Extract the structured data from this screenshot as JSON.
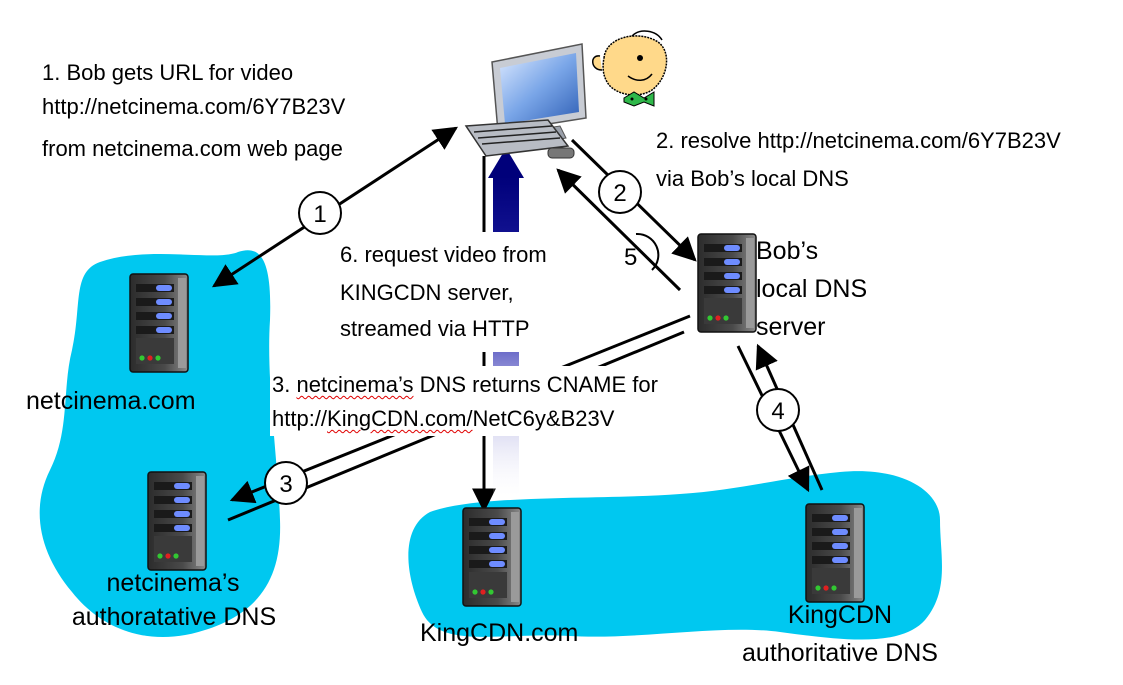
{
  "labels": {
    "step1_line1": "1. Bob gets URL for video",
    "step1_line2": "http://netcinema.com/6Y7B23V",
    "step1_line3": "from netcinema.com web page",
    "step2_line1": "2. resolve http://netcinema.com/6Y7B23V",
    "step2_line2": "via Bob’s local DNS",
    "step3_line1_a": "3. ",
    "step3_line1_b": "netcinema’s",
    "step3_line1_c": " DNS returns CNAME for",
    "step3_line2_a": "http://",
    "step3_line2_b": "KingCDN.com/",
    "step3_line2_c": "NetC6y&B23V",
    "step6_line1": "6. request video from",
    "step6_line2": "KINGCDN server,",
    "step6_line3": "streamed via HTTP"
  },
  "nodes": {
    "local_dns_line1": "Bob’s",
    "local_dns_line2": "local DNS",
    "local_dns_line3": "server",
    "netcinema": "netcinema.com",
    "netcinema_dns_line1": "netcinema’s",
    "netcinema_dns_line2": "authoratative DNS",
    "kingcdn": "KingCDN.com",
    "kingcdn_dns_line1": "KingCDN",
    "kingcdn_dns_line2": "authoritative DNS"
  },
  "markers": [
    "1",
    "2",
    "3",
    "4",
    "5"
  ],
  "colors": {
    "cloud": "#00C8F0",
    "request_arrow": "#00007A",
    "arrows": "#000000",
    "server_led_blue": "#6E8CFF"
  }
}
